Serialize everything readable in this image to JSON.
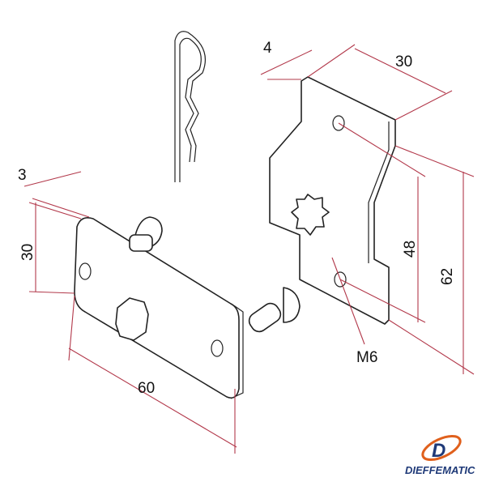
{
  "dimensions": {
    "plate_thickness": "3",
    "plate_height": "30",
    "plate_length": "60",
    "bracket_thickness": "4",
    "bracket_width": "30",
    "hole_spacing": "48",
    "bracket_height": "62",
    "thread": "M6"
  },
  "logo": {
    "name": "DIEFFEMATIC"
  },
  "colors": {
    "dimension": "#b2384a",
    "logo_blue": "#1f3a78",
    "logo_orange": "#e0601c"
  }
}
